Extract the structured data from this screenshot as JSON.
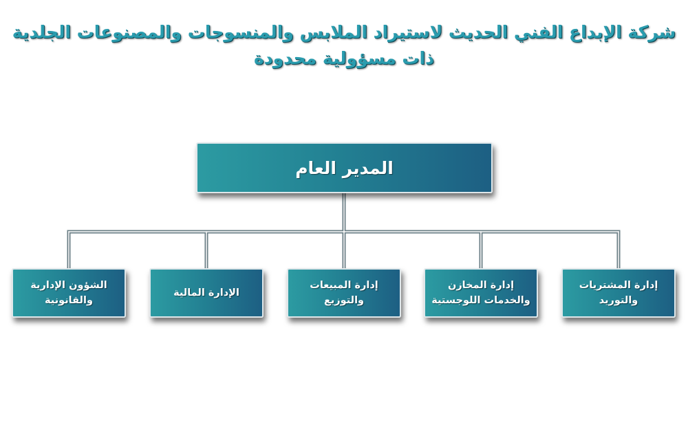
{
  "title": {
    "line1": "شركة الإبداع الفني الحديث لاستيراد الملابس والمنسوجات والمصنوعات الجلدية",
    "line2": "ذات مسؤولية محدودة"
  },
  "org_chart": {
    "root": "المدير العام",
    "departments": [
      "إدارة المشتريات\nوالتوريد",
      "إدارة المخازن\nوالخدمات اللوجستية",
      "إدارة المبيعات\nوالتوزيع",
      "الإدارة المالية",
      "الشؤون الإدارية\nوالقانونية"
    ]
  },
  "colors": {
    "box_gradient": [
      "#2c9ba2",
      "#227f92",
      "#1d5f83"
    ],
    "title_text": "#2a9cae",
    "connector": "#6b7f86"
  }
}
